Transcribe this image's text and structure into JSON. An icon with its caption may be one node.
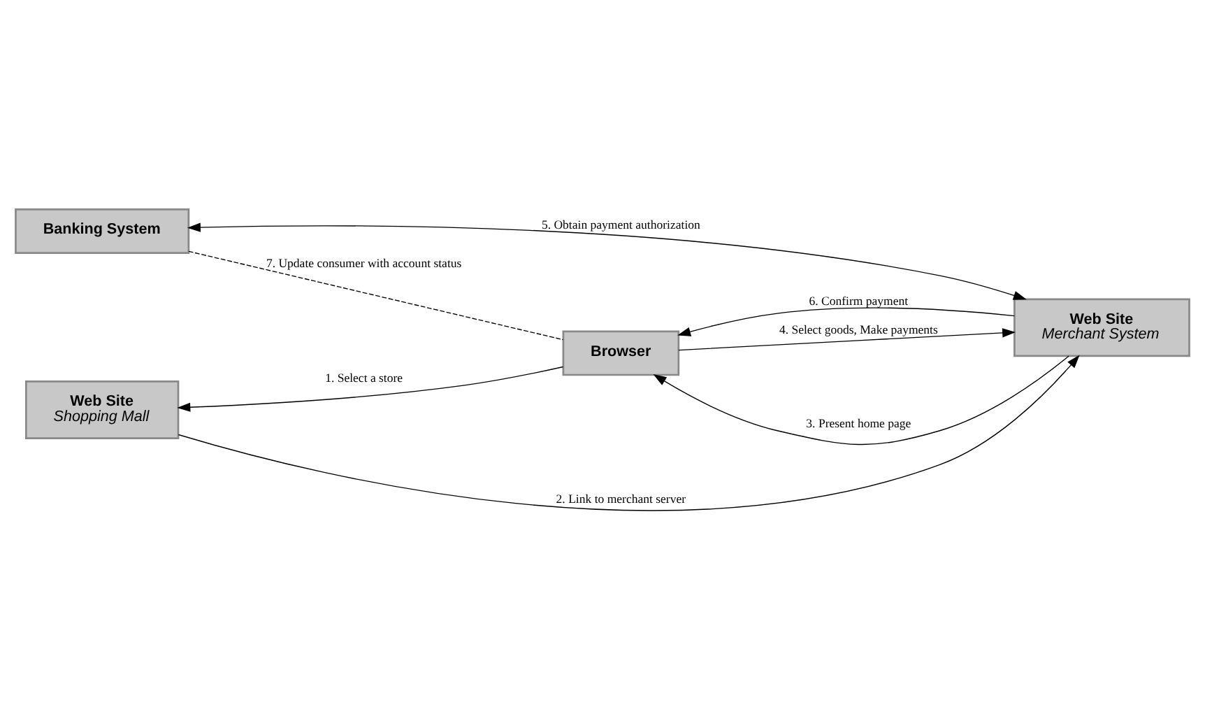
{
  "diagram": {
    "nodes": [
      {
        "text": [
          "Banking System"
        ]
      },
      {
        "text": [
          "Browser"
        ]
      },
      {
        "text": [
          "Web Site",
          "Merchant System"
        ]
      },
      {
        "text": [
          "Web Site",
          "Shopping Mall"
        ]
      }
    ],
    "edges": [
      {
        "from": 1,
        "to": 3,
        "arrow": "to",
        "label": "1. Select a store"
      },
      {
        "from": 3,
        "to": 2,
        "arrow": "to",
        "label": "2. Link to merchant server"
      },
      {
        "from": 2,
        "to": 1,
        "arrow": "to",
        "label": "3. Present home page"
      },
      {
        "from": 1,
        "to": 2,
        "arrow": "to",
        "label": "4. Select goods, Make payments"
      },
      {
        "from": 0,
        "to": 2,
        "arrow": "both",
        "label": "5. Obtain payment authorization"
      },
      {
        "from": 2,
        "to": 1,
        "arrow": "to",
        "label": "6. Confirm payment"
      },
      {
        "from": 0,
        "to": 1,
        "arrow": "none",
        "label": "7. Update consumer with account status",
        "style": "dashed"
      }
    ]
  }
}
